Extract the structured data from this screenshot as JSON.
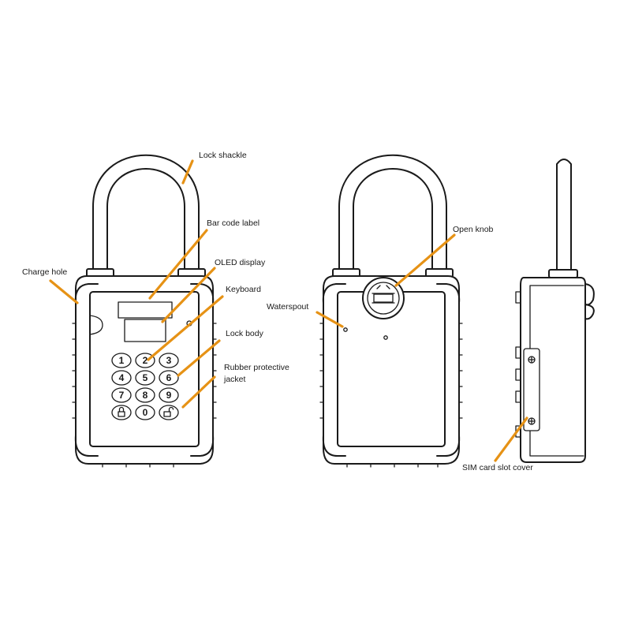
{
  "labels": {
    "lock_shackle": "Lock shackle",
    "bar_code_label": "Bar code label",
    "oled_display": "OLED display",
    "keyboard": "Keyboard",
    "lock_body": "Lock body",
    "rubber_jacket_line1": "Rubber protective",
    "rubber_jacket_line2": "jacket",
    "charge_hole": "Charge hole",
    "open_knob": "Open knob",
    "waterspout": "Waterspout",
    "sim_card_slot_cover": "SIM card slot cover"
  },
  "keypad": {
    "row1": [
      "1",
      "2",
      "3"
    ],
    "row2": [
      "4",
      "5",
      "6"
    ],
    "row3": [
      "7",
      "8",
      "9"
    ],
    "row4": [
      "",
      "0",
      ""
    ]
  },
  "colors": {
    "leader": "#e69215",
    "ink": "#1a1a1a"
  },
  "icons": {
    "key_left": "lock-closed-icon",
    "key_right": "lock-open-icon"
  }
}
